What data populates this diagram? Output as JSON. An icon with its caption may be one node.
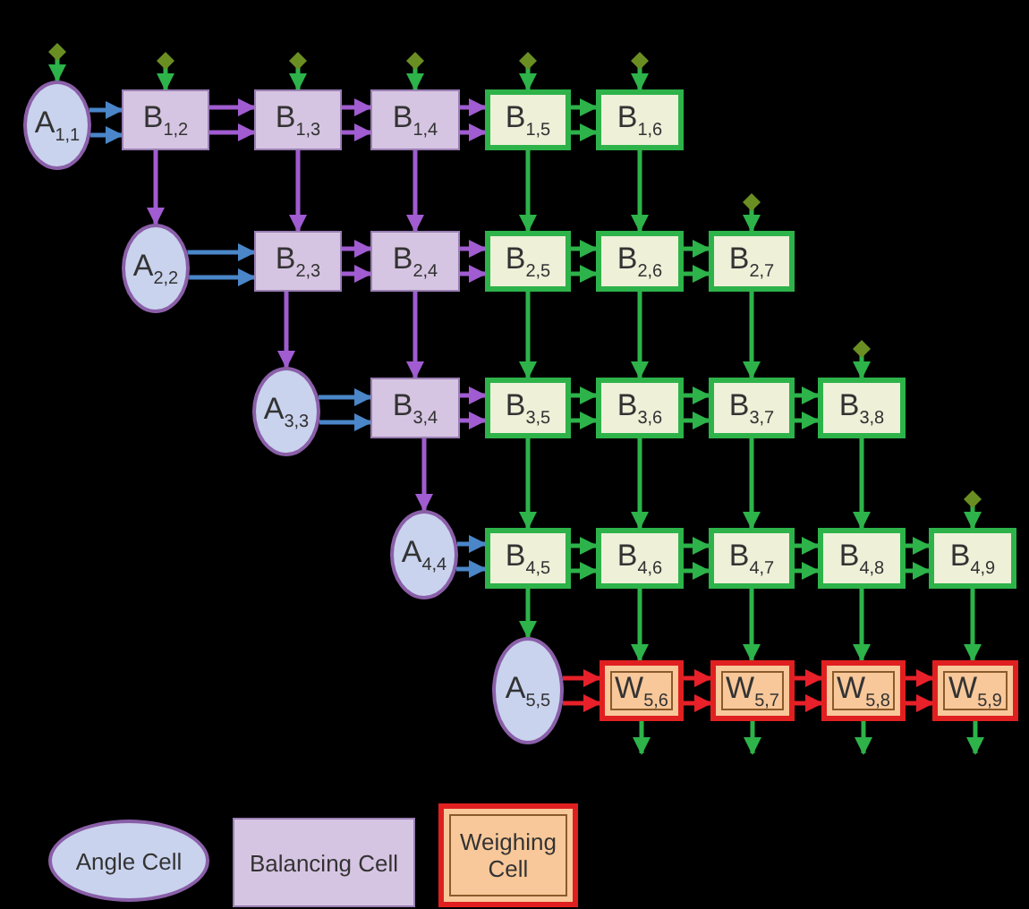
{
  "diagram": {
    "nodes": [
      {
        "text": [
          "A$_{1,1}$"
        ]
      },
      {
        "text": [
          "B$_{1,2}$"
        ]
      },
      {
        "text": [
          "B$_{1,3}$"
        ]
      },
      {
        "text": [
          "B$_{1,4}$"
        ]
      },
      {
        "text": [
          "B$_{1,5}$"
        ]
      },
      {
        "text": [
          "B$_{1,6}$"
        ]
      },
      {
        "text": [
          "A$_{2,2}$"
        ]
      },
      {
        "text": [
          "B$_{2,3}$"
        ]
      },
      {
        "text": [
          "B$_{2,4}$"
        ]
      },
      {
        "text": [
          "B$_{2,5}$"
        ]
      },
      {
        "text": [
          "B$_{2,6}$"
        ]
      },
      {
        "text": [
          "B$_{2,7}$"
        ]
      },
      {
        "text": [
          "A$_{3,3}$"
        ]
      },
      {
        "text": [
          "B$_{3,4}$"
        ]
      },
      {
        "text": [
          "B$_{3,5}$"
        ]
      },
      {
        "text": [
          "B$_{3,6}$"
        ]
      },
      {
        "text": [
          "B$_{3,7}$"
        ]
      },
      {
        "text": [
          "B$_{3,8}$"
        ]
      },
      {
        "text": [
          "A$_{4,4}$"
        ]
      },
      {
        "text": [
          "B$_{4,5}$"
        ]
      },
      {
        "text": [
          "B$_{4,6}$"
        ]
      },
      {
        "text": [
          "B$_{4,7}$"
        ]
      },
      {
        "text": [
          "B$_{4,8}$"
        ]
      },
      {
        "text": [
          "B$_{4,9}$"
        ]
      },
      {
        "text": [
          "A$_{5,5}$"
        ]
      },
      {
        "text": [
          "W$_{5,6}$"
        ]
      },
      {
        "text": [
          "W$_{5,7}$"
        ]
      },
      {
        "text": [
          "W$_{5,8}$"
        ]
      },
      {
        "text": [
          "W$_{5,9}$"
        ]
      }
    ],
    "edges": [
      {
        "from": 0,
        "to": 1,
        "arrow": "to",
        "color": "#4a86c8"
      },
      {
        "from": 0,
        "to": 1,
        "arrow": "to",
        "color": "#4a86c8"
      },
      {
        "from": 6,
        "to": 7,
        "arrow": "to",
        "color": "#4a86c8"
      },
      {
        "from": 6,
        "to": 7,
        "arrow": "to",
        "color": "#4a86c8"
      },
      {
        "from": 12,
        "to": 13,
        "arrow": "to",
        "color": "#4a86c8"
      },
      {
        "from": 12,
        "to": 13,
        "arrow": "to",
        "color": "#4a86c8"
      },
      {
        "from": 18,
        "to": 19,
        "arrow": "to",
        "color": "#4a86c8"
      },
      {
        "from": 18,
        "to": 19,
        "arrow": "to",
        "color": "#4a86c8"
      },
      {
        "from": 1,
        "to": 2,
        "arrow": "to",
        "color": "#a05cd0"
      },
      {
        "from": 1,
        "to": 2,
        "arrow": "to",
        "color": "#a05cd0"
      },
      {
        "from": 2,
        "to": 3,
        "arrow": "to",
        "color": "#a05cd0"
      },
      {
        "from": 2,
        "to": 3,
        "arrow": "to",
        "color": "#a05cd0"
      },
      {
        "from": 3,
        "to": 4,
        "arrow": "to",
        "color": "#a05cd0"
      },
      {
        "from": 3,
        "to": 4,
        "arrow": "to",
        "color": "#a05cd0"
      },
      {
        "from": 7,
        "to": 8,
        "arrow": "to",
        "color": "#a05cd0"
      },
      {
        "from": 7,
        "to": 8,
        "arrow": "to",
        "color": "#a05cd0"
      },
      {
        "from": 8,
        "to": 9,
        "arrow": "to",
        "color": "#a05cd0"
      },
      {
        "from": 8,
        "to": 9,
        "arrow": "to",
        "color": "#a05cd0"
      },
      {
        "from": 13,
        "to": 14,
        "arrow": "to",
        "color": "#a05cd0"
      },
      {
        "from": 13,
        "to": 14,
        "arrow": "to",
        "color": "#a05cd0"
      },
      {
        "from": 1,
        "to": 6,
        "arrow": "to",
        "color": "#a05cd0"
      },
      {
        "from": 2,
        "to": 7,
        "arrow": "to",
        "color": "#a05cd0"
      },
      {
        "from": 3,
        "to": 8,
        "arrow": "to",
        "color": "#a05cd0"
      },
      {
        "from": 7,
        "to": 12,
        "arrow": "to",
        "color": "#a05cd0"
      },
      {
        "from": 8,
        "to": 13,
        "arrow": "to",
        "color": "#a05cd0"
      },
      {
        "from": 13,
        "to": 18,
        "arrow": "to",
        "color": "#a05cd0"
      },
      {
        "from": 4,
        "to": 5,
        "arrow": "to"
      },
      {
        "from": 4,
        "to": 5,
        "arrow": "to"
      },
      {
        "from": 9,
        "to": 10,
        "arrow": "to"
      },
      {
        "from": 9,
        "to": 10,
        "arrow": "to"
      },
      {
        "from": 10,
        "to": 11,
        "arrow": "to"
      },
      {
        "from": 10,
        "to": 11,
        "arrow": "to"
      },
      {
        "from": 14,
        "to": 15,
        "arrow": "to"
      },
      {
        "from": 14,
        "to": 15,
        "arrow": "to"
      },
      {
        "from": 15,
        "to": 16,
        "arrow": "to"
      },
      {
        "from": 15,
        "to": 16,
        "arrow": "to"
      },
      {
        "from": 16,
        "to": 17,
        "arrow": "to"
      },
      {
        "from": 16,
        "to": 17,
        "arrow": "to"
      },
      {
        "from": 19,
        "to": 20,
        "arrow": "to"
      },
      {
        "from": 19,
        "to": 20,
        "arrow": "to"
      },
      {
        "from": 20,
        "to": 21,
        "arrow": "to"
      },
      {
        "from": 20,
        "to": 21,
        "arrow": "to"
      },
      {
        "from": 21,
        "to": 22,
        "arrow": "to"
      },
      {
        "from": 21,
        "to": 22,
        "arrow": "to"
      },
      {
        "from": 22,
        "to": 23,
        "arrow": "to"
      },
      {
        "from": 22,
        "to": 23,
        "arrow": "to"
      },
      {
        "from": 4,
        "to": 9,
        "arrow": "to"
      },
      {
        "from": 5,
        "to": 10,
        "arrow": "to"
      },
      {
        "from": 9,
        "to": 14,
        "arrow": "to"
      },
      {
        "from": 10,
        "to": 15,
        "arrow": "to"
      },
      {
        "from": 11,
        "to": 16,
        "arrow": "to"
      },
      {
        "from": 14,
        "to": 19,
        "arrow": "to"
      },
      {
        "from": 15,
        "to": 20,
        "arrow": "to"
      },
      {
        "from": 16,
        "to": 21,
        "arrow": "to"
      },
      {
        "from": 17,
        "to": 22,
        "arrow": "to"
      },
      {
        "from": 19,
        "to": 24,
        "arrow": "to"
      },
      {
        "from": 20,
        "to": 25,
        "arrow": "to"
      },
      {
        "from": 21,
        "to": 26,
        "arrow": "to"
      },
      {
        "from": 22,
        "to": 27,
        "arrow": "to"
      },
      {
        "from": 23,
        "to": 28,
        "arrow": "to"
      },
      {
        "from": 24,
        "to": 25,
        "arrow": "to",
        "color": "#e8202a"
      },
      {
        "from": 24,
        "to": 25,
        "arrow": "to",
        "color": "#e8202a"
      },
      {
        "from": 25,
        "to": 26,
        "arrow": "to",
        "color": "#e8202a"
      },
      {
        "from": 25,
        "to": 26,
        "arrow": "to",
        "color": "#e8202a"
      },
      {
        "from": 26,
        "to": 27,
        "arrow": "to",
        "color": "#e8202a"
      },
      {
        "from": 26,
        "to": 27,
        "arrow": "to",
        "color": "#e8202a"
      },
      {
        "from": 27,
        "to": 28,
        "arrow": "to",
        "color": "#e8202a"
      },
      {
        "from": 27,
        "to": 28,
        "arrow": "to",
        "color": "#e8202a"
      },
      {
        "from": null,
        "to": 0,
        "arrow": "to"
      },
      {
        "from": null,
        "to": 1,
        "arrow": "to"
      },
      {
        "from": null,
        "to": 2,
        "arrow": "to"
      },
      {
        "from": null,
        "to": 3,
        "arrow": "to"
      },
      {
        "from": null,
        "to": 4,
        "arrow": "to"
      },
      {
        "from": null,
        "to": 5,
        "arrow": "to"
      },
      {
        "from": null,
        "to": 11,
        "arrow": "to"
      },
      {
        "from": null,
        "to": 17,
        "arrow": "to"
      },
      {
        "from": null,
        "to": 23,
        "arrow": "to"
      },
      {
        "from": 25,
        "to": null,
        "arrow": "to"
      },
      {
        "from": 26,
        "to": null,
        "arrow": "to"
      },
      {
        "from": 27,
        "to": null,
        "arrow": "to"
      },
      {
        "from": 28,
        "to": null,
        "arrow": "to"
      }
    ],
    "legend": [
      {
        "text": "Angle Cell",
        "color": "#c9d3ee"
      },
      {
        "text": "Balancing Cell",
        "color": "#d6c5e2"
      },
      {
        "text": "Weighing Cell",
        "color": "#f8c89a"
      }
    ]
  }
}
